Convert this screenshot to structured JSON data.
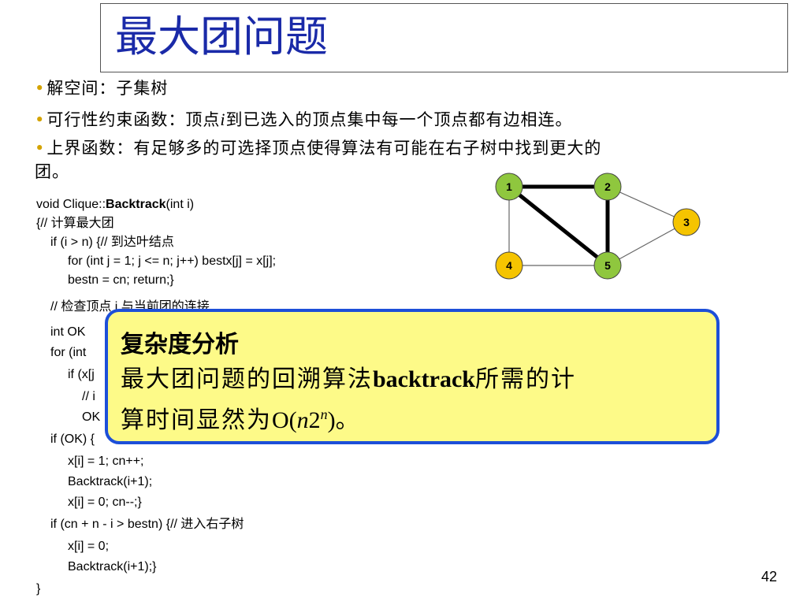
{
  "slide": {
    "title": "最大团问题",
    "page_number": "42"
  },
  "bullets": [
    {
      "text": "解空间：子集树"
    },
    {
      "pre": "可行性约束函数：顶点",
      "italic": "i",
      "post": "到已选入的顶点集中每一个顶点都有边相连。"
    },
    {
      "line1": "上界函数：有足够多的可选择顶点使得算法有可能在右子树中找到更大的",
      "line2": "团。"
    }
  ],
  "code": {
    "l1_pre": "void Clique::",
    "l1_bold": "Backtrack",
    "l1_post": "(int i)",
    "l2": "{// 计算最大团",
    "l3": "if (i > n) {// 到达叶结点",
    "l4": "for (int j = 1; j <= n; j++) bestx[j] = x[j];",
    "l5": "bestn = cn;   return;}",
    "l6": "// 检查顶点 i 与当前团的连接",
    "l7": "int OK",
    "l8": "for (int",
    "l9": "if (x[j",
    "l10": "// i",
    "l11": "OK",
    "l12": "if (OK) {",
    "l13": "x[i] = 1;  cn++;",
    "l14": "Backtrack(i+1);",
    "l15": "x[i] = 0; cn--;}",
    "l16": "if (cn + n - i > bestn) {// 进入右子树",
    "l17": "x[i] = 0;",
    "l18": "Backtrack(i+1);}",
    "l19": "}"
  },
  "graph": {
    "nodes": [
      {
        "id": "1",
        "color": "#8fc73e"
      },
      {
        "id": "2",
        "color": "#8fc73e"
      },
      {
        "id": "3",
        "color": "#f5c400"
      },
      {
        "id": "4",
        "color": "#f5c400"
      },
      {
        "id": "5",
        "color": "#8fc73e"
      }
    ],
    "edges": [
      {
        "from": "1",
        "to": "2",
        "bold": true
      },
      {
        "from": "1",
        "to": "5",
        "bold": true
      },
      {
        "from": "2",
        "to": "5",
        "bold": true
      },
      {
        "from": "1",
        "to": "4",
        "bold": false
      },
      {
        "from": "4",
        "to": "5",
        "bold": false
      },
      {
        "from": "2",
        "to": "3",
        "bold": false
      },
      {
        "from": "3",
        "to": "5",
        "bold": false
      }
    ]
  },
  "popup": {
    "heading": "复杂度分析",
    "line1_pre": "最大团问题的回溯算法",
    "line1_bold": "backtrack",
    "line1_post": "所需的计",
    "line2_pre": "算时间显然为",
    "big_o": "O(",
    "n_italic": "n",
    "two": "2",
    "exp": "n",
    "close": ")",
    "line2_post": "。"
  },
  "colors": {
    "title": "#1a2aa8",
    "bullet_dot": "#d4a300",
    "popup_fill": "#fdfa88",
    "popup_border": "#1d4fd8"
  }
}
